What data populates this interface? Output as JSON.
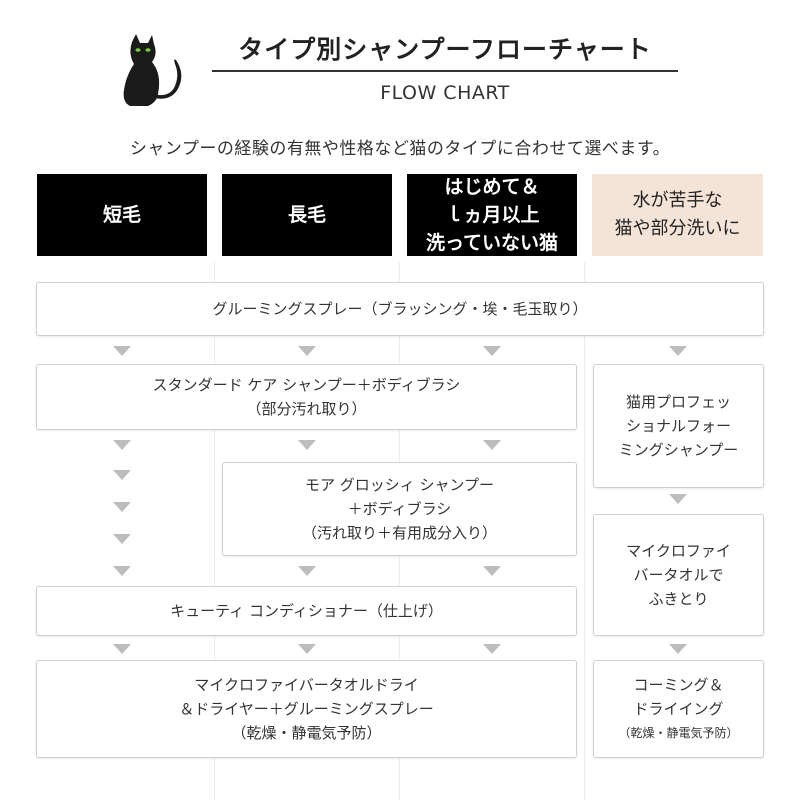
{
  "header": {
    "title": "タイプ別シャンプーフローチャート",
    "subtitle": "FLOW CHART",
    "intro": "シャンプーの経験の有無や性格など猫のタイプに合わせて選べます。"
  },
  "columns": [
    {
      "label": "短毛"
    },
    {
      "label": "長毛"
    },
    {
      "label": "はじめて＆\nｌヵ月以上\n洗っていない猫"
    },
    {
      "label": "水が苦手な\n猫や部分洗いに"
    }
  ],
  "steps": {
    "grooming_spray": "グルーミングスプレー（ブラッシング・埃・毛玉取り）",
    "standard_care": "スタンダード ケア シャンプー＋ボディブラシ\n（部分汚れ取り）",
    "more_glossy": "モア グロッシィ シャンプー\n＋ボディブラシ\n（汚れ取り＋有用成分入り）",
    "cutie_conditioner": "キューティ コンディショナー（仕上げ）",
    "towel_dry": "マイクロファイバータオルドライ\n＆ドライヤー＋グルーミングスプレー\n（乾燥・静電気予防）",
    "foaming_shampoo": "猫用プロフェッ\nショナルフォー\nミングシャンプー",
    "microfiber_wipe": "マイクロファイ\nバータオルで\nふきとり",
    "combing_drying": "コーミング＆\nドライイング",
    "combing_note": "（乾燥・静電気予防）"
  },
  "colors": {
    "header_dark": "#000000",
    "header_light": "#f4e4d8",
    "arrow": "#bdbdbd",
    "box_border": "#cfcfcf"
  },
  "icons": {
    "logo": "black-cat-icon",
    "arrow": "triangle-down-icon"
  }
}
